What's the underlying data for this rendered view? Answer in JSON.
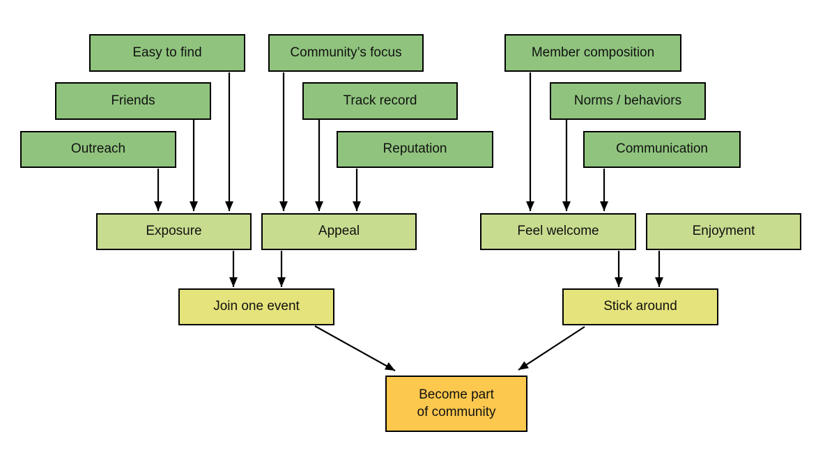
{
  "diagram": {
    "description": "Flowchart of how people become part of a community",
    "colors": {
      "source_box": "#90C47E",
      "factor_box": "#C8DC8F",
      "action_box": "#E5E37B",
      "outcome_box": "#FCC84E",
      "border": "#000000",
      "arrow": "#000000",
      "background": "#ffffff",
      "text": "#111111"
    },
    "nodes": {
      "easy_to_find": "Easy to find",
      "friends": "Friends",
      "outreach": "Outreach",
      "communitys_focus": "Community’s focus",
      "track_record": "Track record",
      "reputation": "Reputation",
      "member_composition": "Member composition",
      "norms_behaviors": "Norms / behaviors",
      "communication": "Communication",
      "exposure": "Exposure",
      "appeal": "Appeal",
      "feel_welcome": "Feel welcome",
      "enjoyment": "Enjoyment",
      "join_one_event": "Join one event",
      "stick_around": "Stick around",
      "become_part_of_community": "Become part\nof community"
    },
    "edges": [
      {
        "from": "outreach",
        "to": "exposure"
      },
      {
        "from": "friends",
        "to": "exposure"
      },
      {
        "from": "easy_to_find",
        "to": "exposure"
      },
      {
        "from": "communitys_focus",
        "to": "appeal"
      },
      {
        "from": "track_record",
        "to": "appeal"
      },
      {
        "from": "reputation",
        "to": "appeal"
      },
      {
        "from": "member_composition",
        "to": "feel_welcome"
      },
      {
        "from": "norms_behaviors",
        "to": "feel_welcome"
      },
      {
        "from": "communication",
        "to": "feel_welcome"
      },
      {
        "from": "exposure",
        "to": "join_one_event"
      },
      {
        "from": "appeal",
        "to": "join_one_event"
      },
      {
        "from": "feel_welcome",
        "to": "stick_around"
      },
      {
        "from": "enjoyment",
        "to": "stick_around"
      },
      {
        "from": "join_one_event",
        "to": "become_part_of_community"
      },
      {
        "from": "stick_around",
        "to": "become_part_of_community"
      }
    ]
  }
}
